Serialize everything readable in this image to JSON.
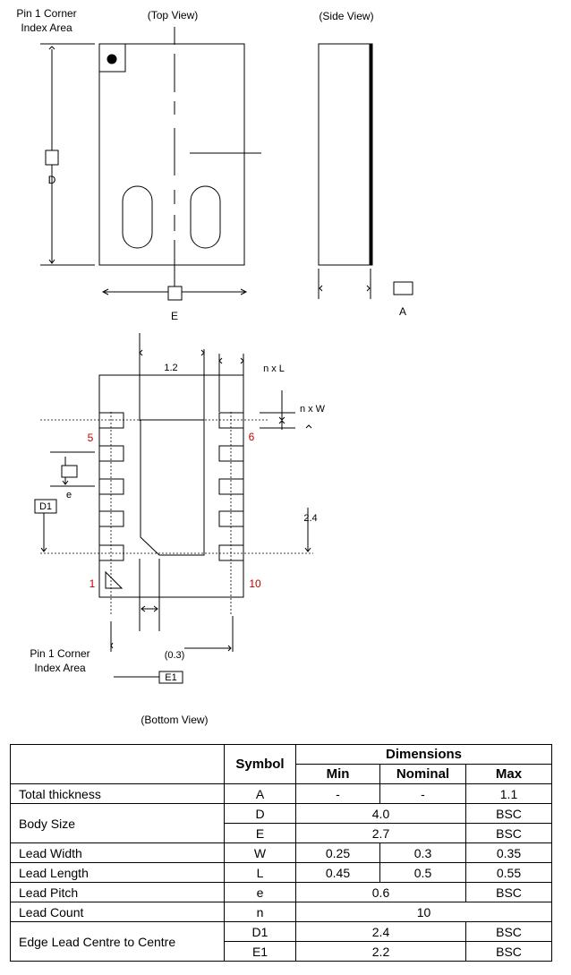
{
  "top_view": {
    "title": "(Top View)",
    "pin1_label_line1": "Pin 1 Corner",
    "pin1_label_line2": "Index Area",
    "dim_d": "D",
    "dim_e": "E"
  },
  "side_view": {
    "title": "(Side View)",
    "dim_a": "A"
  },
  "bottom_view": {
    "title": "(Bottom View)",
    "pin1_label_line1": "Pin 1 Corner",
    "pin1_label_line2": "Index Area",
    "dim_pad_width": "1.2",
    "dim_nxl": "n x L",
    "dim_nxw": "n x W",
    "pin_5": "5",
    "pin_6": "6",
    "pin_1": "1",
    "pin_10": "10",
    "dim_e": "e",
    "dim_d1": "D1",
    "dim_pad_height": "2.4",
    "dim_ref": "(0.3)",
    "dim_e1": "E1"
  },
  "table": {
    "header_symbol": "Symbol",
    "header_dimensions": "Dimensions",
    "header_min": "Min",
    "header_nominal": "Nominal",
    "header_max": "Max",
    "rows": {
      "thickness": {
        "name": "Total thickness",
        "symbol": "A",
        "min": "-",
        "nominal": "-",
        "max": "1.1"
      },
      "body_d": {
        "name": "Body Size",
        "symbol": "D",
        "nominal": "4.0",
        "max": "BSC"
      },
      "body_e": {
        "symbol": "E",
        "nominal": "2.7",
        "max": "BSC"
      },
      "lead_width": {
        "name": "Lead Width",
        "symbol": "W",
        "min": "0.25",
        "nominal": "0.3",
        "max": "0.35"
      },
      "lead_length": {
        "name": "Lead Length",
        "symbol": "L",
        "min": "0.45",
        "nominal": "0.5",
        "max": "0.55"
      },
      "lead_pitch": {
        "name": "Lead Pitch",
        "symbol": "e",
        "nominal": "0.6",
        "max": "BSC"
      },
      "lead_count": {
        "name": "Lead Count",
        "symbol": "n",
        "nominal": "10"
      },
      "edge_d1": {
        "name": "Edge Lead Centre to Centre",
        "symbol": "D1",
        "nominal": "2.4",
        "max": "BSC"
      },
      "edge_e1": {
        "symbol": "E1",
        "nominal": "2.2",
        "max": "BSC"
      }
    }
  }
}
